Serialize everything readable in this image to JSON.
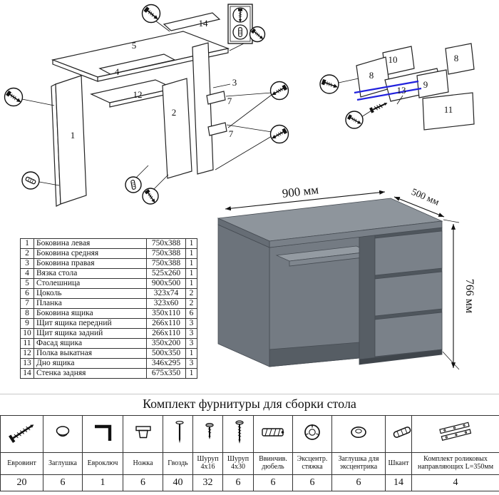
{
  "parts_table": {
    "rows": [
      {
        "num": "1",
        "name": "Боковина левая",
        "size": "750x388",
        "qty": "1"
      },
      {
        "num": "2",
        "name": "Боковина средняя",
        "size": "750x388",
        "qty": "1"
      },
      {
        "num": "3",
        "name": "Боковина правая",
        "size": "750x388",
        "qty": "1"
      },
      {
        "num": "4",
        "name": "Вязка стола",
        "size": "525x260",
        "qty": "1"
      },
      {
        "num": "5",
        "name": "Столешница",
        "size": "900x500",
        "qty": "1"
      },
      {
        "num": "6",
        "name": "Цоколь",
        "size": "323x74",
        "qty": "2"
      },
      {
        "num": "7",
        "name": "Планка",
        "size": "323x60",
        "qty": "2"
      },
      {
        "num": "8",
        "name": "Боковина ящика",
        "size": "350x110",
        "qty": "6"
      },
      {
        "num": "9",
        "name": "Щит ящика передний",
        "size": "266x110",
        "qty": "3"
      },
      {
        "num": "10",
        "name": "Щит ящика задний",
        "size": "266x110",
        "qty": "3"
      },
      {
        "num": "11",
        "name": "Фасад ящика",
        "size": "350x200",
        "qty": "3"
      },
      {
        "num": "12",
        "name": "Полка выкатная",
        "size": "500x350",
        "qty": "1"
      },
      {
        "num": "13",
        "name": "Дно ящика",
        "size": "346x295",
        "qty": "3"
      },
      {
        "num": "14",
        "name": "Стенка задняя",
        "size": "675x350",
        "qty": "1"
      }
    ]
  },
  "desk": {
    "dim_width": "900 мм",
    "dim_depth": "500 мм",
    "dim_height": "766 мм",
    "colors": {
      "top": "#8e959c",
      "front_edge": "#798088",
      "left_edge": "#666d75",
      "side_panel": "#6c737b",
      "opening": "#747b83",
      "opening_shadow": "#565d64",
      "tray_top": "#949ba2",
      "tray_edge": "#7f868e",
      "unit_side": "#575e65",
      "unit_gap": "#4f565d",
      "drawer": "#7a8189",
      "under_shadow": "#3f454b",
      "rail_blue": "#2222dd"
    }
  },
  "hardware": {
    "title": "Комплект фурнитуры для сборки стола",
    "items": [
      {
        "name": "Евровинт",
        "qty": "20"
      },
      {
        "name": "Заглушка",
        "qty": "6"
      },
      {
        "name": "Евроключ",
        "qty": "1"
      },
      {
        "name": "Ножка",
        "qty": "6"
      },
      {
        "name": "Гвоздь",
        "qty": "40"
      },
      {
        "name": "Шуруп 4x16",
        "qty": "32"
      },
      {
        "name": "Шуруп 4x30",
        "qty": "6"
      },
      {
        "name": "Ввинчив. дюбель",
        "qty": "6"
      },
      {
        "name": "Эксцентр. стяжка",
        "qty": "6"
      },
      {
        "name": "Заглушка для эксцентрика",
        "qty": "6"
      },
      {
        "name": "Шкант",
        "qty": "14"
      },
      {
        "name": "Комплект роликовых направляющих L=350мм",
        "qty": "4"
      }
    ]
  }
}
